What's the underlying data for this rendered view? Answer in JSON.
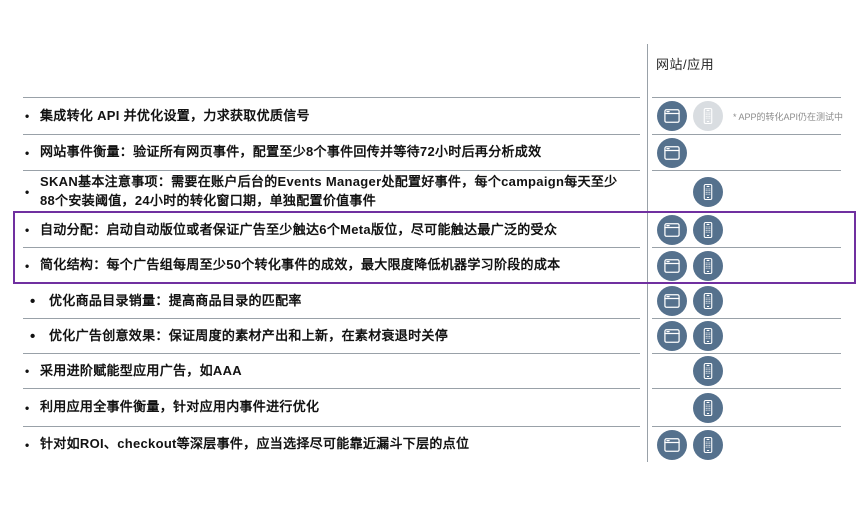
{
  "header": {
    "column_label": "网站/应用"
  },
  "colors": {
    "icon_circle": "#55718d",
    "icon_circle_disabled": "#d9dde1",
    "grid_line": "#99a1a8",
    "highlight_border": "#7030a0",
    "row_text": "#121212",
    "note_text": "#8c8c8c"
  },
  "icons": {
    "website": "browser-window-icon",
    "app": "mobile-phone-icon"
  },
  "rows": [
    {
      "text": "集成转化 API 并优化设置，力求获取优质信号",
      "website": true,
      "app": true,
      "app_muted": true,
      "note": "* APP的转化API仍在测试中",
      "highlighted": false,
      "emphasis_bullet": false
    },
    {
      "text": "网站事件衡量：验证所有网页事件，配置至少8个事件回传并等待72小时后再分析成效",
      "website": true,
      "app": false,
      "app_muted": false,
      "note": "",
      "highlighted": false,
      "emphasis_bullet": false
    },
    {
      "text": "SKAN基本注意事项：需要在账户后台的Events Manager处配置好事件，每个campaign每天至少 88个安装阈值，24小时的转化窗口期，单独配置价值事件",
      "website": false,
      "app": true,
      "app_muted": false,
      "note": "",
      "highlighted": false,
      "emphasis_bullet": false
    },
    {
      "text": "自动分配：启动自动版位或者保证广告至少触达6个Meta版位，尽可能触达最广泛的受众",
      "website": true,
      "app": true,
      "app_muted": false,
      "note": "",
      "highlighted": true,
      "emphasis_bullet": false
    },
    {
      "text": "简化结构：每个广告组每周至少50个转化事件的成效，最大限度降低机器学习阶段的成本",
      "website": true,
      "app": true,
      "app_muted": false,
      "note": "",
      "highlighted": true,
      "emphasis_bullet": false
    },
    {
      "text": "优化商品目录销量：提高商品目录的匹配率",
      "website": true,
      "app": true,
      "app_muted": false,
      "note": "",
      "highlighted": false,
      "emphasis_bullet": true
    },
    {
      "text": "优化广告创意效果：保证周度的素材产出和上新，在素材衰退时关停",
      "website": true,
      "app": true,
      "app_muted": false,
      "note": "",
      "highlighted": false,
      "emphasis_bullet": true
    },
    {
      "text": "采用进阶赋能型应用广告，如AAA",
      "website": false,
      "app": true,
      "app_muted": false,
      "note": "",
      "highlighted": false,
      "emphasis_bullet": false
    },
    {
      "text": "利用应用全事件衡量，针对应用内事件进行优化",
      "website": false,
      "app": true,
      "app_muted": false,
      "note": "",
      "highlighted": false,
      "emphasis_bullet": false
    },
    {
      "text": "针对如ROI、checkout等深层事件，应当选择尽可能靠近漏斗下层的点位",
      "website": true,
      "app": true,
      "app_muted": false,
      "note": "",
      "highlighted": false,
      "emphasis_bullet": false
    }
  ],
  "bullet_char": "•"
}
